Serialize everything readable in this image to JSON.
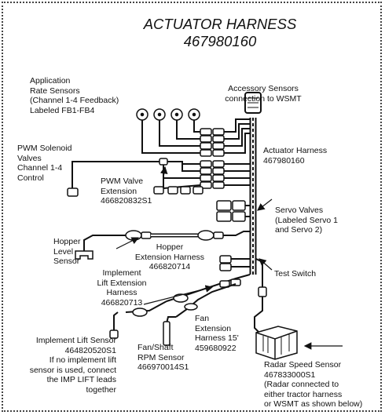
{
  "title": "ACTUATOR HARNESS",
  "part_number": "467980160",
  "labels": {
    "application_sensors": "Application\nRate Sensors\n(Channel 1-4 Feedback)\nLabeled FB1-FB4",
    "accessory_sensors": "Accessory Sensors\nconnection to WSMT",
    "pwm_solenoid": "PWM Solenoid\nValves\nChannel 1-4\nControl",
    "actuator_harness": "Actuator Harness\n467980160",
    "pwm_extension": "PWM Valve\nExtension\n466820832S1",
    "servo_valves": "Servo Valves\n(Labeled Servo 1\nand Servo 2)",
    "hopper_level": "Hopper\nLevel\nSensor",
    "hopper_extension": "Hopper\nExtension Harness\n466820714",
    "test_switch": "Test Switch",
    "implement_lift_extension": "Implement\nLift Extension\nHarness\n466820713",
    "fan_extension": "Fan\nExtension\nHarness 15'\n459680922",
    "implement_lift_sensor": "Implement Lift Sensor\n464820520S1\nIf no implement lift\nsensor is used, connect\nthe IMP LIFT leads\ntogether",
    "fan_shaft_sensor": "Fan/Shaft\nRPM Sensor\n466970014S1",
    "radar_speed_sensor": "Radar Speed Sensor\n467833000S1\n(Radar connected to\neither tractor harness\nor WSMT as shown below)"
  }
}
